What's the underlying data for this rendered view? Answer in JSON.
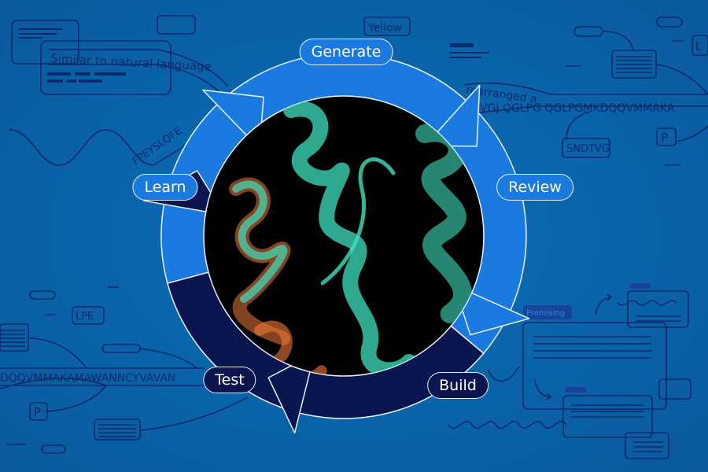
{
  "cycle": {
    "stages": [
      {
        "label": "Generate",
        "tone": "light"
      },
      {
        "label": "Review",
        "tone": "light"
      },
      {
        "label": "Build",
        "tone": "dark"
      },
      {
        "label": "Test",
        "tone": "dark"
      },
      {
        "label": "Learn",
        "tone": "light"
      }
    ]
  },
  "background_text": {
    "bubble_text": "Similar to natural language",
    "sequence_left_top": "FPEYSLQFE",
    "tag_yellow": "Yellow",
    "rearranged": "rearranged a",
    "sequence_right": "VGJ QGLPG QGLPGMKDQQVMMAKA",
    "tag_sndtvg": "SNDTVG",
    "tag_p_right": "P",
    "tag_l": "L",
    "tag_lpe": "LPE",
    "sequence_left_bottom": "DQQVMMAKAMAWANNCYVAVAN",
    "tag_p_left": "P",
    "tag_promising": "Promising"
  },
  "colors": {
    "background": "#0a64a8",
    "ring_light": "#1a7ae0",
    "ring_dark": "#0b1550",
    "line_art": "#0b2a6a",
    "protein_teal": "#3fe0c0",
    "protein_orange": "#f07a3a"
  }
}
